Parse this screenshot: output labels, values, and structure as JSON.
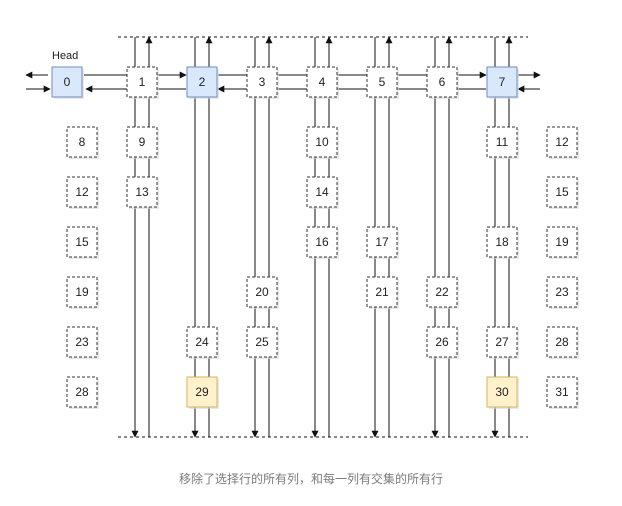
{
  "head_label": "Head",
  "caption": "移除了选择行的所有列，和每一列有交集的所有行",
  "colors": {
    "blue_fill": "#dae8fc",
    "blue_stroke": "#6c8ebf",
    "yellow_fill": "#fff2cc",
    "yellow_stroke": "#d6b656",
    "dashed_stroke": "#333333",
    "line": "#111111"
  },
  "header_nodes": [
    {
      "label": "0",
      "style": "blue"
    },
    {
      "label": "1",
      "style": "dashed"
    },
    {
      "label": "2",
      "style": "blue"
    },
    {
      "label": "3",
      "style": "dashed"
    },
    {
      "label": "4",
      "style": "dashed"
    },
    {
      "label": "5",
      "style": "dashed"
    },
    {
      "label": "6",
      "style": "dashed"
    },
    {
      "label": "7",
      "style": "blue"
    }
  ],
  "row_labels_left": [
    "8",
    "12",
    "15",
    "19",
    "23",
    "28"
  ],
  "row_labels_right": [
    "12",
    "15",
    "19",
    "23",
    "28",
    "31"
  ],
  "cells": [
    {
      "col": 1,
      "row": 0,
      "label": "9",
      "style": "dashed"
    },
    {
      "col": 4,
      "row": 0,
      "label": "10",
      "style": "dashed"
    },
    {
      "col": 7,
      "row": 0,
      "label": "11",
      "style": "dashed"
    },
    {
      "col": 1,
      "row": 1,
      "label": "13",
      "style": "dashed"
    },
    {
      "col": 4,
      "row": 1,
      "label": "14",
      "style": "dashed"
    },
    {
      "col": 4,
      "row": 2,
      "label": "16",
      "style": "dashed"
    },
    {
      "col": 5,
      "row": 2,
      "label": "17",
      "style": "dashed"
    },
    {
      "col": 7,
      "row": 2,
      "label": "18",
      "style": "dashed"
    },
    {
      "col": 3,
      "row": 3,
      "label": "20",
      "style": "dashed"
    },
    {
      "col": 5,
      "row": 3,
      "label": "21",
      "style": "dashed"
    },
    {
      "col": 6,
      "row": 3,
      "label": "22",
      "style": "dashed"
    },
    {
      "col": 2,
      "row": 4,
      "label": "24",
      "style": "dashed"
    },
    {
      "col": 3,
      "row": 4,
      "label": "25",
      "style": "dashed"
    },
    {
      "col": 6,
      "row": 4,
      "label": "26",
      "style": "dashed"
    },
    {
      "col": 7,
      "row": 4,
      "label": "27",
      "style": "dashed"
    },
    {
      "col": 2,
      "row": 5,
      "label": "29",
      "style": "yellow"
    },
    {
      "col": 7,
      "row": 5,
      "label": "30",
      "style": "yellow"
    }
  ]
}
